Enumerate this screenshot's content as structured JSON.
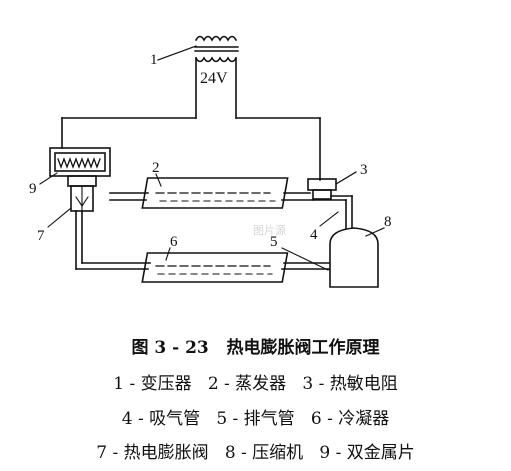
{
  "diagram": {
    "voltage_label": "24V",
    "part_numbers": {
      "transformer": "1",
      "evaporator": "2",
      "thermistor": "3",
      "suction_pipe": "4",
      "discharge_pipe": "5",
      "condenser": "6",
      "expansion_valve": "7",
      "compressor": "8",
      "bimetal": "9"
    },
    "watermark": "图片源"
  },
  "caption": {
    "title": "图 3 - 23   热电膨胀阀工作原理",
    "line1": "1 - 变压器   2 - 蒸发器   3 - 热敏电阻",
    "line2": "4 - 吸气管   5 - 排气管   6 - 冷凝器",
    "line3": "7 - 热电膨胀阀   8 - 压缩机   9 - 双金属片"
  }
}
